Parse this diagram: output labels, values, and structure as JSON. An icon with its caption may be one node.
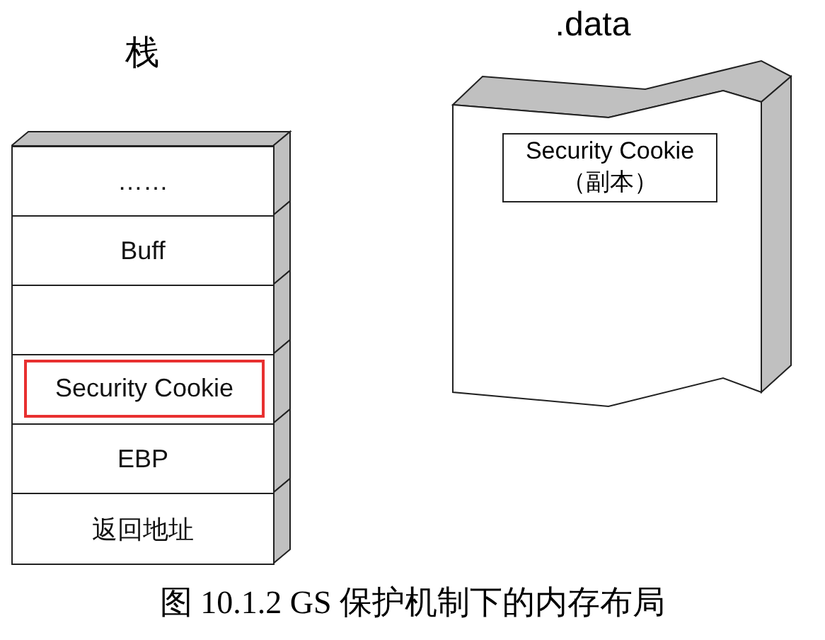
{
  "diagram": {
    "caption": "图 10.1.2 GS 保护机制下的内存布局",
    "nodes": [
      {
        "text": [
          "栈"
        ]
      },
      {
        "text": [
          "……"
        ],
        "in": 0
      },
      {
        "text": [
          "Buff"
        ],
        "in": 0
      },
      {
        "text": [],
        "shape": "box",
        "in": 0
      },
      {
        "text": [
          "Security Cookie"
        ],
        "in": 0
      },
      {
        "text": [
          "EBP"
        ],
        "in": 0
      },
      {
        "text": [
          "返回地址"
        ],
        "in": 0
      },
      {
        "text": [
          ".data"
        ]
      },
      {
        "text": [
          "Security Cookie",
          "（副本）"
        ],
        "in": 7
      }
    ],
    "edges": []
  }
}
